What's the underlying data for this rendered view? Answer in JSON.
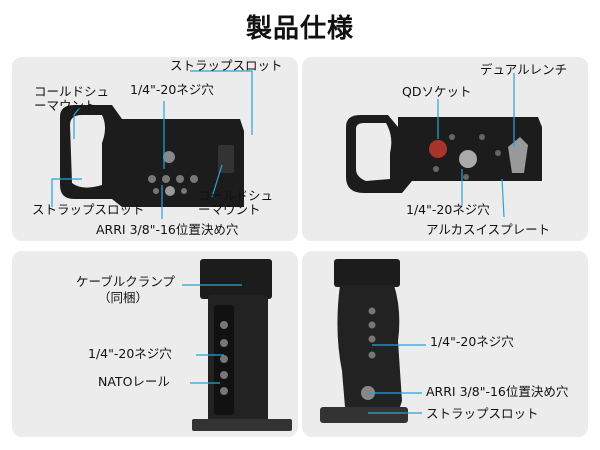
{
  "title": "製品仕様",
  "panels": {
    "p1": {
      "strap_top": "ストラップスロット",
      "cold_shoe_left_1": "コールドシュ",
      "cold_shoe_left_2": "ーマウント",
      "screw_hole": "1/4\"-20ネジ穴",
      "strap_bottom": "ストラップスロット",
      "cold_shoe_right_1": "コールドシュ",
      "cold_shoe_right_2": "ーマウント",
      "arri": "ARRI 3/8\"-16位置決め穴"
    },
    "p2": {
      "qd_socket": "QDソケット",
      "dual_wrench": "デュアルレンチ",
      "screw_hole": "1/4\"-20ネジ穴",
      "arca_plate": "アルカスイスプレート"
    },
    "p3": {
      "cable_clamp_1": "ケーブルクランプ",
      "cable_clamp_2": "（同梱）",
      "screw_hole": "1/4\"-20ネジ穴",
      "nato_rail": "NATOレール"
    },
    "p4": {
      "screw_hole": "1/4\"-20ネジ穴",
      "arri": "ARRI 3/8\"-16位置決め穴",
      "strap_slot": "ストラップスロット"
    }
  },
  "colors": {
    "panel_bg": "#ececec",
    "callout": "#2aa3d8",
    "cage": "#1c1c1c"
  }
}
